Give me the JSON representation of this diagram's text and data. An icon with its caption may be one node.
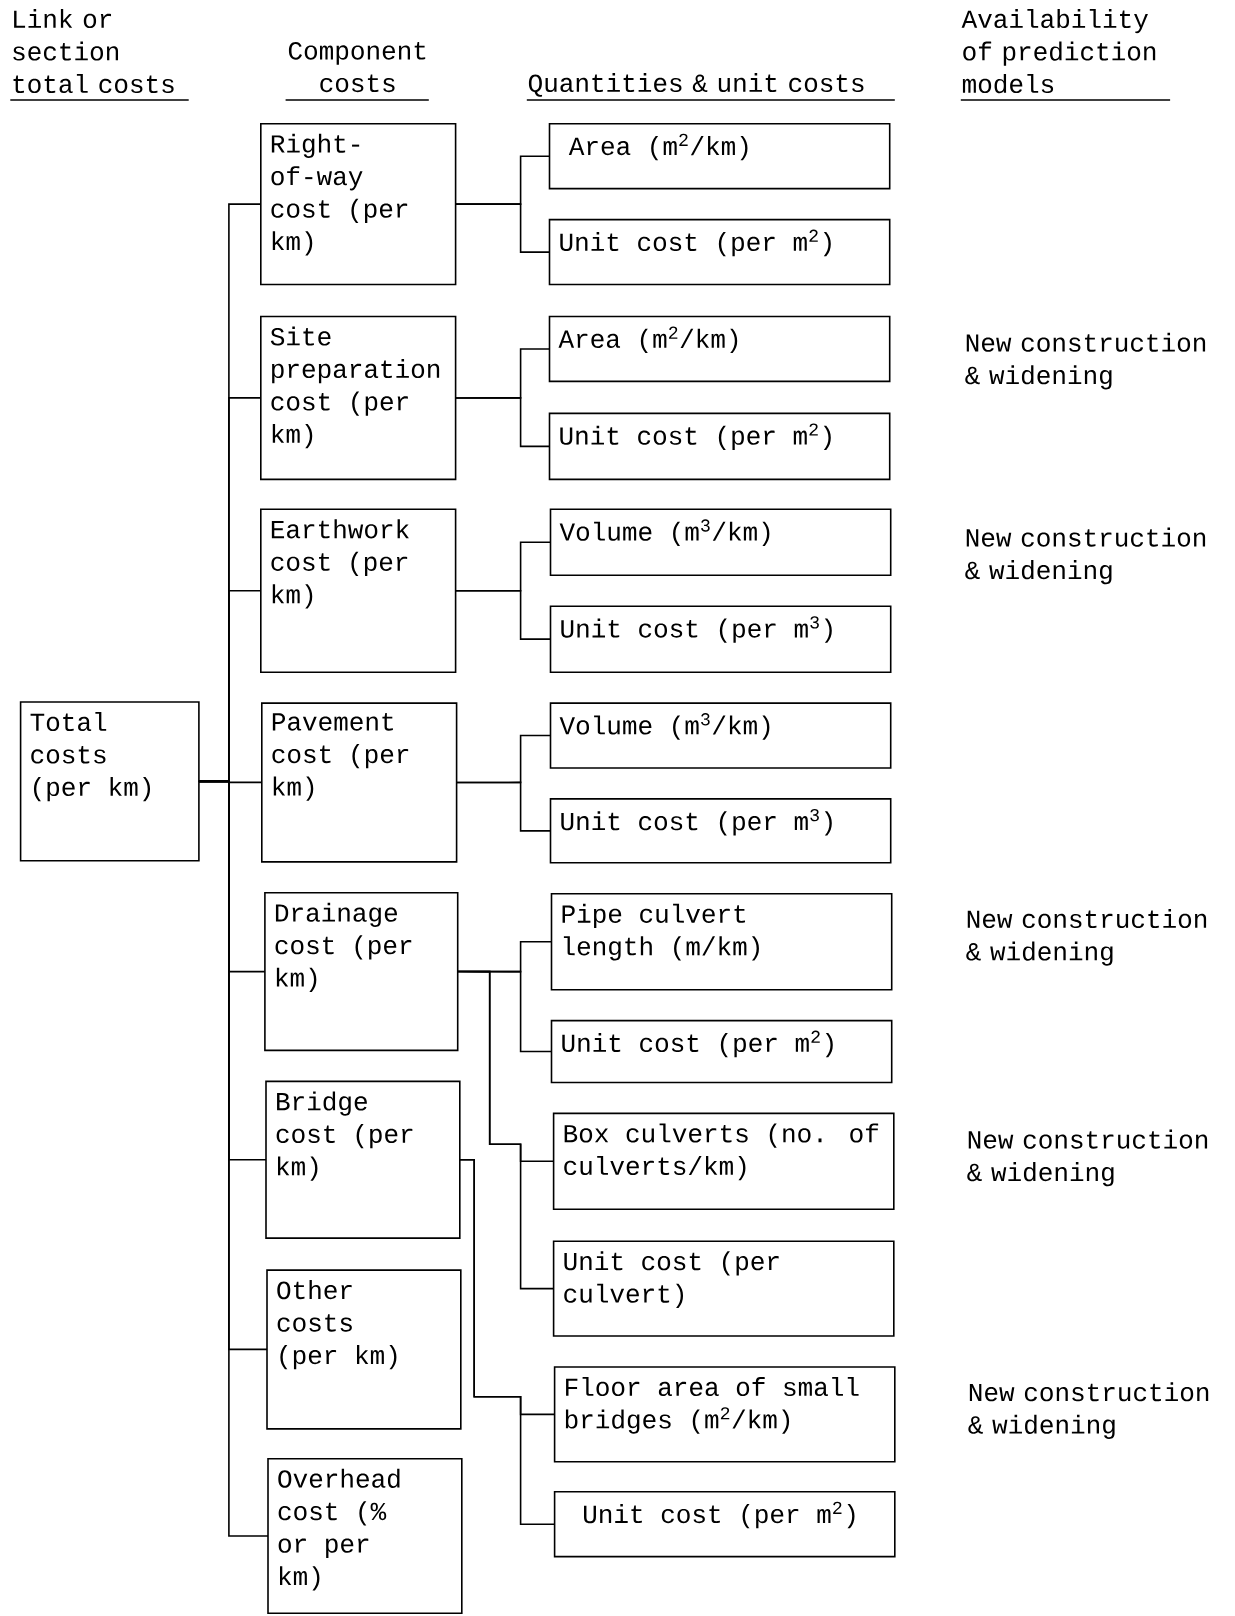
{
  "diagram": {
    "nodes": [
      {
        "text": [
          "Total costs (per km)"
        ]
      },
      {
        "text": [
          "Right-of-way cost (per km)"
        ]
      },
      {
        "text": [
          "Area (m$^{2}$/km)"
        ]
      },
      {
        "text": [
          "Unit cost (per m$^{2}$)"
        ]
      },
      {
        "text": [
          "Site preparation cost (per km)"
        ]
      },
      {
        "text": [
          "Area (m$^{2}$/km)"
        ]
      },
      {
        "text": [
          "Unit cost (per m$^{2}$)"
        ]
      },
      {
        "text": [
          "Earthwork cost (per km)"
        ]
      },
      {
        "text": [
          "Volume (m$^{3}$/km)"
        ]
      },
      {
        "text": [
          "Unit cost (per m$^{3}$)"
        ]
      },
      {
        "text": [
          "Pavement cost (per km)"
        ]
      },
      {
        "text": [
          "Volume (m$^{3}$/km)"
        ]
      },
      {
        "text": [
          "Unit cost (per m$^{3}$)"
        ]
      },
      {
        "text": [
          "Drainage cost (per km)"
        ]
      },
      {
        "text": [
          "Pipe culvert length (m/km)"
        ]
      },
      {
        "text": [
          "Unit cost (per m$^{2}$)"
        ]
      },
      {
        "text": [
          "Box culverts (no. of culverts/km)"
        ]
      },
      {
        "text": [
          "Unit cost (per culvert)"
        ]
      },
      {
        "text": [
          "Bridge cost (per km)"
        ]
      },
      {
        "text": [
          "Floor area of small bridges (m$^{2}$/km)"
        ]
      },
      {
        "text": [
          "Unit cost (per m$^{2}$)"
        ]
      },
      {
        "text": [
          "Other costs (per km)"
        ]
      },
      {
        "text": [
          "Overhead cost (% or per km)"
        ]
      }
    ],
    "edges": [
      {
        "from": 0,
        "to": 1,
        "arrow": "none"
      },
      {
        "from": 0,
        "to": 4,
        "arrow": "none"
      },
      {
        "from": 0,
        "to": 7,
        "arrow": "none"
      },
      {
        "from": 0,
        "to": 10,
        "arrow": "none"
      },
      {
        "from": 0,
        "to": 13,
        "arrow": "none"
      },
      {
        "from": 0,
        "to": 18,
        "arrow": "none"
      },
      {
        "from": 0,
        "to": 21,
        "arrow": "none"
      },
      {
        "from": 0,
        "to": 22,
        "arrow": "none"
      },
      {
        "from": 1,
        "to": 2,
        "arrow": "none"
      },
      {
        "from": 1,
        "to": 3,
        "arrow": "none"
      },
      {
        "from": 4,
        "to": 5,
        "arrow": "none"
      },
      {
        "from": 4,
        "to": 6,
        "arrow": "none"
      },
      {
        "from": 7,
        "to": 8,
        "arrow": "none"
      },
      {
        "from": 7,
        "to": 9,
        "arrow": "none"
      },
      {
        "from": 10,
        "to": 11,
        "arrow": "none"
      },
      {
        "from": 10,
        "to": 12,
        "arrow": "none"
      },
      {
        "from": 13,
        "to": 14,
        "arrow": "none"
      },
      {
        "from": 13,
        "to": 15,
        "arrow": "none"
      },
      {
        "from": 13,
        "to": 16,
        "arrow": "none"
      },
      {
        "from": 13,
        "to": 17,
        "arrow": "none"
      },
      {
        "from": 18,
        "to": 19,
        "arrow": "none"
      },
      {
        "from": 18,
        "to": 20,
        "arrow": "none"
      }
    ],
    "labels": [
      "Link or section total costs",
      "Component costs",
      "Quantities & unit costs",
      "Availability of prediction models",
      "New construction & widening",
      "New construction & widening",
      "New construction & widening",
      "New construction & widening",
      "New construction & widening"
    ]
  }
}
